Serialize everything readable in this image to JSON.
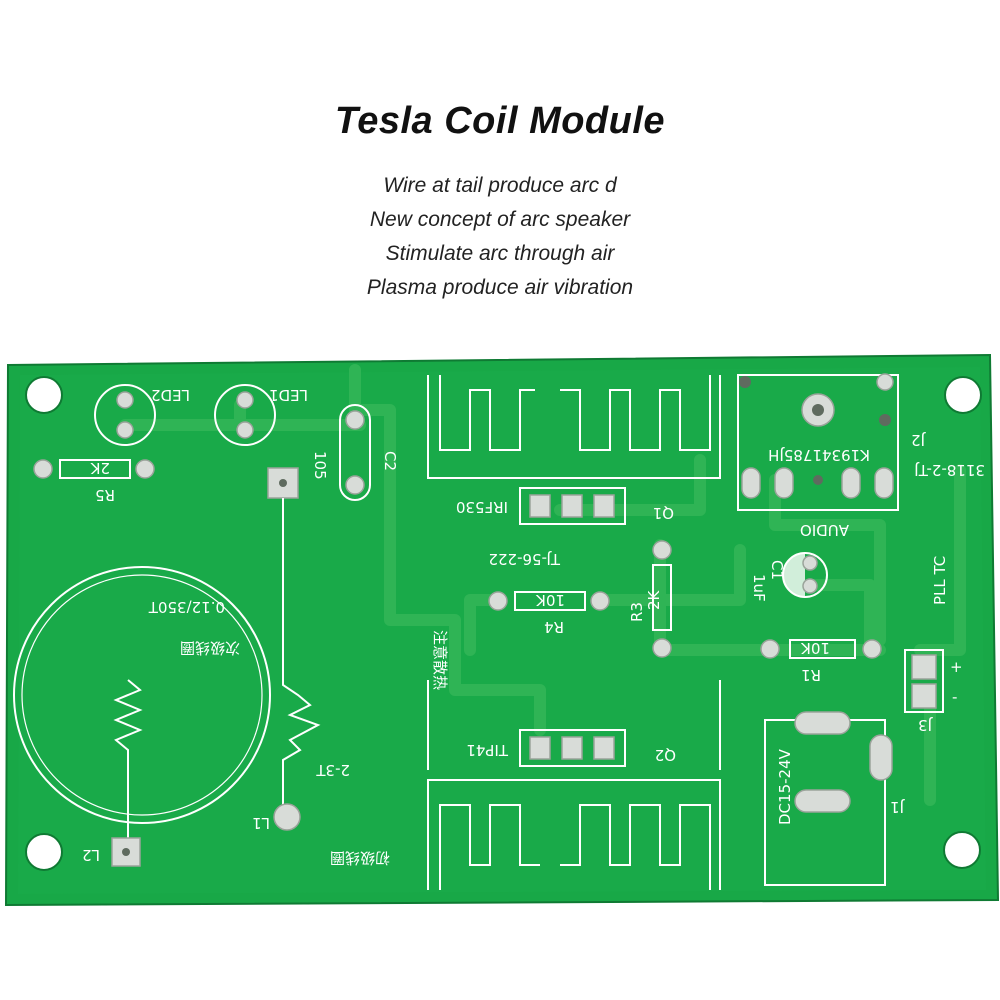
{
  "header": {
    "title": "Tesla Coil Module",
    "lines": [
      "Wire at tail produce arc d",
      "New concept of arc speaker",
      "Stimulate arc through air",
      "Plasma produce air vibration"
    ]
  },
  "pcb": {
    "colors": {
      "board": "#18a847",
      "trace": "#2fb455",
      "silk": "#ffffff",
      "pad": "#d8dcd8"
    },
    "silkscreen": {
      "led2": "LED2",
      "led1": "LED1",
      "r5": "R5",
      "r5_value": "2K",
      "c2": "C2",
      "c2_value": "105",
      "coil_spec": "0.12/350T",
      "secondary_coil": "次级线圈",
      "primary_coil": "初级线圈",
      "primary_turns": "2-3T",
      "l1": "L1",
      "l2": "L2",
      "heat_warning": "注意散热",
      "q1_part": "IRF530",
      "q1": "Q1",
      "tj_code": "TJ-56-222",
      "r4": "R4",
      "r4_value": "10K",
      "r3": "R3",
      "r3_value": "2K",
      "c1": "C1",
      "c1_value": "1uF",
      "audio": "AUDIO",
      "j2": "J2",
      "j2_part": "K19341785JH",
      "j2_code": "3118-2-TJ",
      "pll_tc": "PLL TC",
      "r1": "R1",
      "r1_value": "10K",
      "j3": "J3",
      "plus": "+",
      "minus": "-",
      "q2_part": "TIP41",
      "q2": "Q2",
      "dc_range": "DC15-24V",
      "j1": "J1"
    }
  }
}
